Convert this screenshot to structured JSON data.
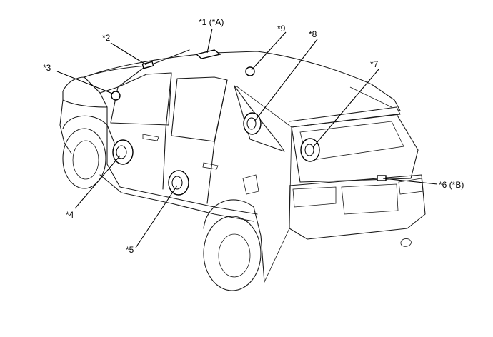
{
  "callouts": [
    {
      "id": "1",
      "text": "*1 (*A)"
    },
    {
      "id": "2",
      "text": "*2"
    },
    {
      "id": "3",
      "text": "*3"
    },
    {
      "id": "4",
      "text": "*4"
    },
    {
      "id": "5",
      "text": "*5"
    },
    {
      "id": "6",
      "text": "*6 (*B)"
    },
    {
      "id": "7",
      "text": "*7"
    },
    {
      "id": "8",
      "text": "*8"
    },
    {
      "id": "9",
      "text": "*9"
    }
  ]
}
